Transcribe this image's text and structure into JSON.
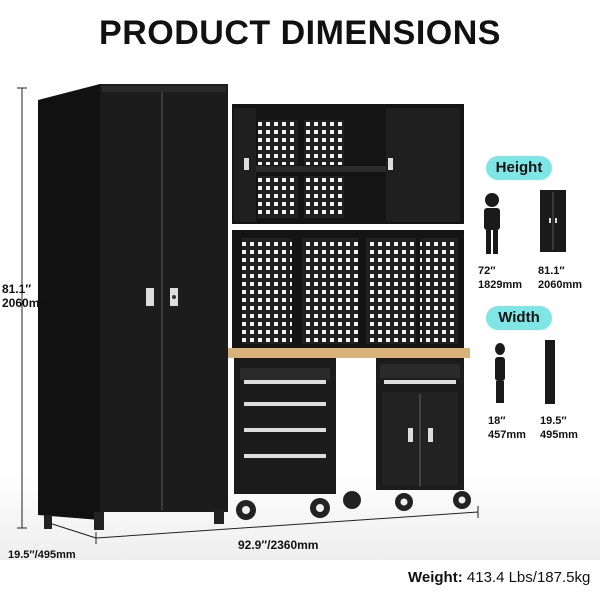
{
  "title": "PRODUCT DIMENSIONS",
  "height_overall": {
    "inch": "81.1″",
    "mm": "2060mm"
  },
  "depth_overall": "19.5″/495mm",
  "width_overall": "92.9″/2360mm",
  "height_section": {
    "label": "Height",
    "person": {
      "inch": "72″",
      "mm": "1829mm"
    },
    "cabinet": {
      "inch": "81.1″",
      "mm": "2060mm"
    }
  },
  "width_section": {
    "label": "Width",
    "person": {
      "inch": "18″",
      "mm": "457mm"
    },
    "cabinet": {
      "inch": "19.5″",
      "mm": "495mm"
    }
  },
  "weight": {
    "label": "Weight:",
    "value": "413.4 Lbs/187.5kg"
  },
  "colors": {
    "accent": "#7fe6e6",
    "cabinet": "#1c1c1c",
    "worktop": "#d9b27a"
  }
}
